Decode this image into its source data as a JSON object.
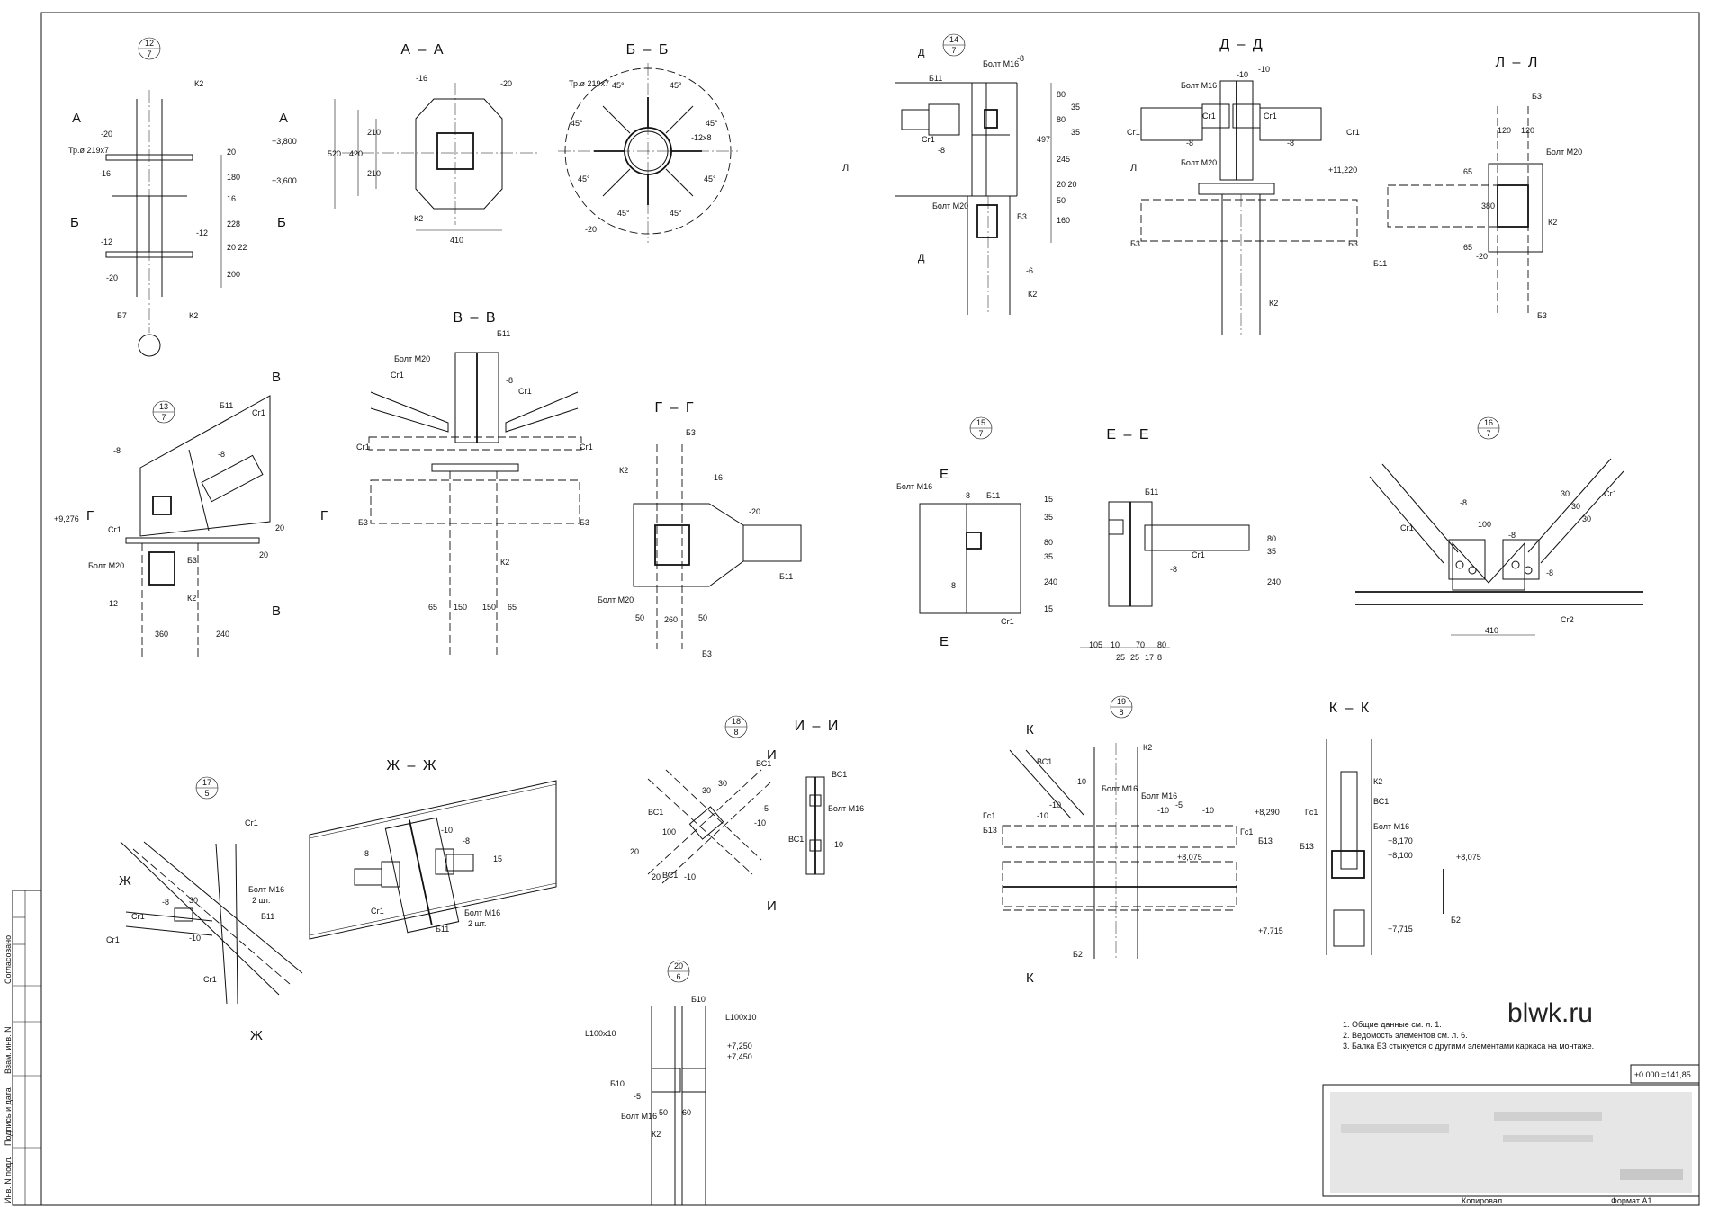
{
  "sections": {
    "aa": {
      "title": "А – А",
      "labels": [
        "-16",
        "-20",
        "520",
        "420",
        "210",
        "210",
        "410",
        "К2"
      ]
    },
    "bb": {
      "title": "Б – Б",
      "labels": [
        "Тр.ø 219х7",
        "45°",
        "45°",
        "45°",
        "45°",
        "45°",
        "45°",
        "45°",
        "45°",
        "-12х8",
        "-20"
      ]
    },
    "vv": {
      "title": "В – В",
      "labels": [
        "Б11",
        "Болт М20",
        "Сг1",
        "Сг1",
        "-8",
        "Сг1",
        "Сг1",
        "Б3",
        "Б3",
        "К2",
        "65",
        "150",
        "150",
        "65"
      ]
    },
    "gg": {
      "title": "Г – Г",
      "labels": [
        "Б3",
        "К2",
        "-16",
        "-20",
        "Б11",
        "Болт М20",
        "50",
        "260",
        "50",
        "Б3"
      ]
    },
    "dd": {
      "title": "Д – Д",
      "labels": [
        "Болт М16",
        "-10",
        "-10",
        "Сг1",
        "Сг1",
        "Сг1",
        "Сг1",
        "-8",
        "-8",
        "Болт М20",
        "+11,220",
        "Б3",
        "Б3",
        "К2"
      ]
    },
    "ee": {
      "title": "Е – Е",
      "labels": [
        "Б11",
        "Сг1",
        "-8",
        "105",
        "10",
        "70",
        "80",
        "25",
        "25",
        "17",
        "8",
        "240",
        "80",
        "35"
      ]
    },
    "ll": {
      "title": "Л – Л",
      "labels": [
        "Б3",
        "120",
        "120",
        "Болт М20",
        "380",
        "К2",
        "-20",
        "Б11",
        "Б3",
        "65",
        "65"
      ]
    },
    "zhzh": {
      "title": "Ж – Ж",
      "labels": [
        "-8",
        "-10",
        "-8",
        "Сг1",
        "Болт М16",
        "2 шт.",
        "Б11",
        "15"
      ]
    },
    "ii": {
      "title": "И – И",
      "labels": [
        "ВС1",
        "Болт М16",
        "ВС1",
        "ВС1",
        "-10",
        "-5",
        "-10",
        "ВС1",
        "-10",
        "ВС1"
      ]
    },
    "kk": {
      "title": "К – К",
      "labels": [
        "К2",
        "ВС1",
        "Гс1",
        "Б13",
        "Болт М16",
        "+8,170",
        "+8,100",
        "+8,075",
        "+7,715",
        "Б2"
      ]
    }
  },
  "section_letters": {
    "a_left": "А",
    "a_right": "А",
    "b_left": "Б",
    "b_right": "Б",
    "v_top": "В",
    "v_bottom": "В",
    "g_left": "Г",
    "g_right": "Г",
    "e_top": "Е",
    "e_bottom": "Е",
    "zh_top": "Ж",
    "zh_bottom": "Ж",
    "i_top": "И",
    "i_bottom": "И",
    "k_top": "К",
    "k_bottom": "К",
    "l_left": "Л",
    "l_right": "Л",
    "d_top": "Д",
    "d_bottom": "Д"
  },
  "nodes": {
    "n12": {
      "top": "12",
      "bottom": "7",
      "labels": [
        "К2",
        "-20",
        "Тр.ø 219х7",
        "-16",
        "-12",
        "-12",
        "-20",
        "Б7",
        "К2",
        "+3,800",
        "+3,600",
        "20",
        "180",
        "16",
        "228",
        "20 22",
        "200"
      ]
    },
    "n13": {
      "top": "13",
      "bottom": "7",
      "labels": [
        "Б11",
        "Сг1",
        "-8",
        "-8",
        "+9,276",
        "Сг1",
        "Болт М20",
        "Б3",
        "К2",
        "-12",
        "360",
        "240",
        "20",
        "20"
      ]
    },
    "n14": {
      "top": "14",
      "bottom": "7",
      "labels": [
        "Болт М16",
        "-8",
        "Б11",
        "Сг1",
        "-8",
        "Болт М20",
        "Б3",
        "-6",
        "К2",
        "80",
        "35",
        "80",
        "35",
        "497",
        "245",
        "20 20",
        "50",
        "160"
      ]
    },
    "n15": {
      "top": "15",
      "bottom": "7",
      "labels": [
        "Болт М16",
        "-8",
        "Б11",
        "-8",
        "Сг1",
        "15",
        "35",
        "80",
        "35",
        "240",
        "15"
      ]
    },
    "n16": {
      "top": "16",
      "bottom": "7",
      "labels": [
        "Сг1",
        "Сг1",
        "-8",
        "-8",
        "-8",
        "30",
        "30",
        "30",
        "100",
        "410",
        "Сг2"
      ]
    },
    "n17": {
      "top": "17",
      "bottom": "5",
      "labels": [
        "Сг1",
        "Болт М16",
        "2 шт.",
        "-8",
        "30",
        "Сг1",
        "-10",
        "Б11",
        "Сг1",
        "Сг1"
      ]
    },
    "n18": {
      "top": "18",
      "bottom": "8",
      "labels": [
        "ВС1",
        "ВС1",
        "-5",
        "-10",
        "ВС1",
        "-10",
        "20",
        "20",
        "100",
        "30",
        "30"
      ]
    },
    "n19": {
      "top": "19",
      "bottom": "8",
      "labels": [
        "К2",
        "ВС1",
        "-10",
        "Болт М16",
        "Гс1",
        "Б13",
        "-10",
        "-10",
        "Болт М16",
        "-10",
        "-5",
        "-10",
        "+8,290",
        "Гс1",
        "Б13",
        "+8,075",
        "+7,715",
        "Б2"
      ]
    },
    "n20": {
      "top": "20",
      "bottom": "6",
      "labels": [
        "Б10",
        "L100х10",
        "L100х10",
        "+7,250",
        "+7,450",
        "Б10",
        "-5",
        "Болт М16",
        "50",
        "60",
        "К2"
      ]
    }
  },
  "notes": [
    "1. Общие данные см. л. 1.",
    "2. Ведомость элементов см. л. 6.",
    "3. Балка Б3 стыкуется с другими элементами каркаса на монтаже."
  ],
  "elevation_note": "±0.000 =141,85",
  "watermark": "blwk.ru",
  "footer": {
    "copied": "Копировал",
    "format": "Формат А1"
  },
  "stamp": {
    "agreed": "Согласовано",
    "ref_inv": "Взам. инв. N",
    "sign_date": "Подпись и дата",
    "inv_orig": "Инв. N подл."
  }
}
